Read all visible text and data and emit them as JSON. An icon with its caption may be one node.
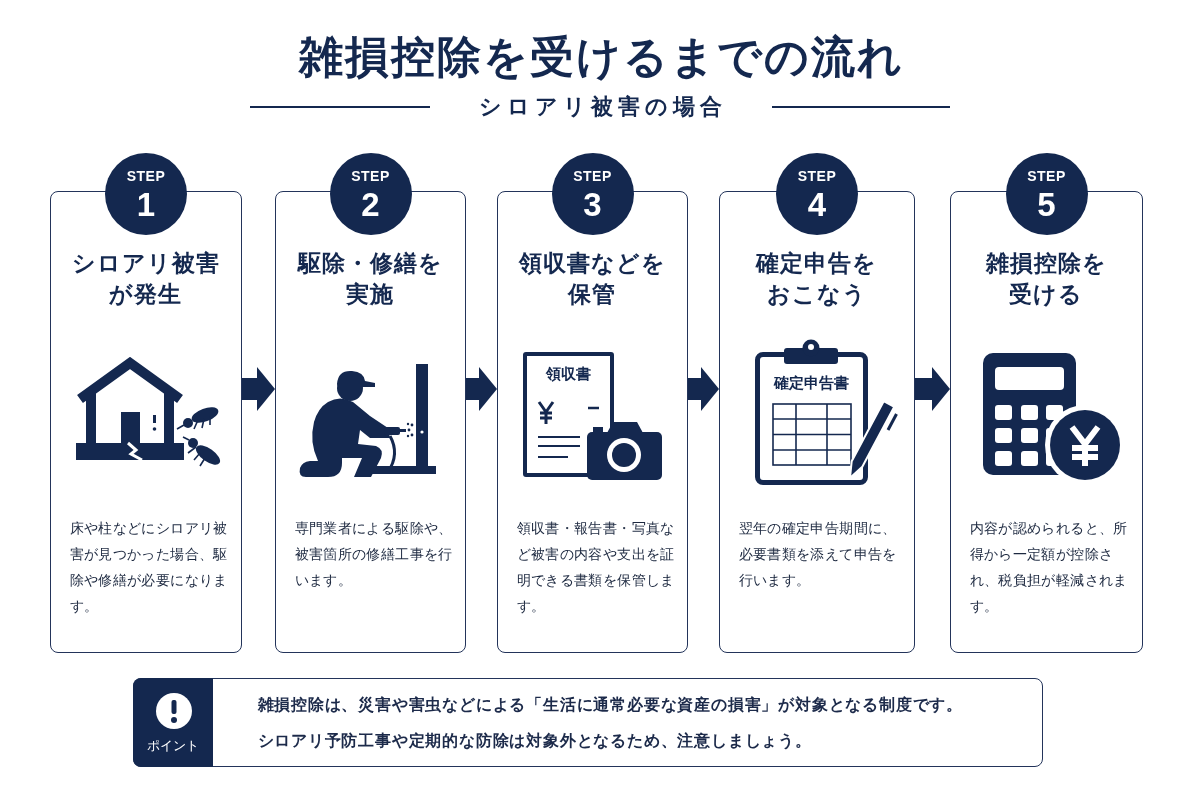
{
  "diagram": {
    "title": "雑損控除を受けるまでの流れ",
    "nodes": [
      {
        "text": [
          "STEP",
          "1"
        ]
      },
      {
        "text": [
          "シロアリ被害が発生",
          "床や柱などにシロアリ被害が見つかった場合、駆除や修繕が必要になります。"
        ]
      },
      {
        "text": [
          "STEP",
          "2"
        ]
      },
      {
        "text": [
          "駆除・修繕を実施",
          "専門業者による駆除や、被害箇所の修繕工事を行います。"
        ]
      },
      {
        "text": [
          "STEP",
          "3"
        ]
      },
      {
        "text": [
          "領収書などを保管",
          "領収書・報告書・写真など被害の内容や支出を証明できる書類を保管します。"
        ]
      },
      {
        "text": [
          "領収書"
        ],
        "in": 5
      },
      {
        "text": [
          "STEP",
          "4"
        ]
      },
      {
        "text": [
          "確定申告をおこなう",
          "翌年の確定申告期間に、必要書類を添えて申告を行います。"
        ]
      },
      {
        "text": [
          "確定申告書"
        ],
        "in": 8
      },
      {
        "text": [
          "STEP",
          "5"
        ]
      },
      {
        "text": [
          "雑損控除を受ける",
          "内容が認められると、所得から一定額が控除され、税負担が軽減されます。"
        ]
      },
      {
        "text": [
          "雑損控除は、災害や害虫などによる「生活に通常必要な資産の損害」が対象となる制度です。",
          "シロアリ予防工事や定期的な防除は対象外となるため、注意しましょう。"
        ]
      },
      {
        "text": [
          "ポイント"
        ],
        "in": 12
      }
    ],
    "edges": [
      {
        "from": 1,
        "to": 3,
        "arrow": "to"
      },
      {
        "from": 3,
        "to": 5,
        "arrow": "to"
      },
      {
        "from": 5,
        "to": 8,
        "arrow": "to"
      },
      {
        "from": 8,
        "to": 11,
        "arrow": "to"
      }
    ],
    "labels": [
      "シロアリ被害の場合"
    ]
  }
}
